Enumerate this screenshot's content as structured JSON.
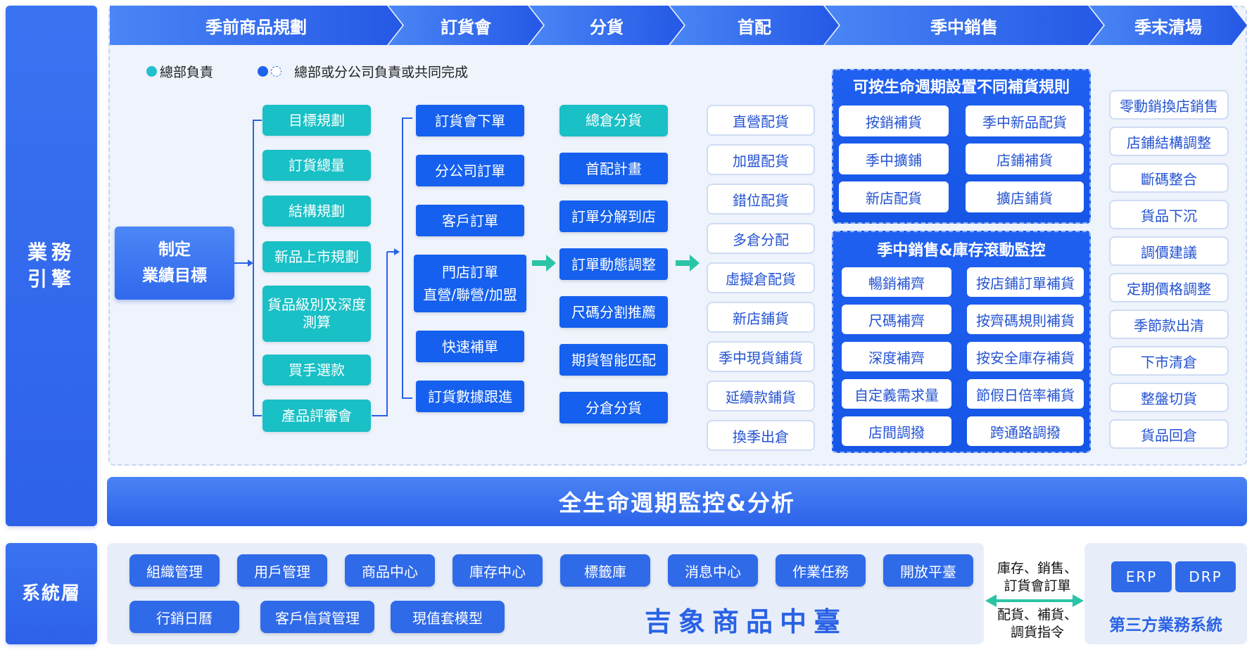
{
  "side": {
    "engine": "業務\n引擎",
    "system": "系統層"
  },
  "phases": [
    "季前商品規劃",
    "訂貨會",
    "分貨",
    "首配",
    "季中銷售",
    "季末清場"
  ],
  "legend": {
    "hq": "總部負責",
    "both": "總部或分公司負責或共同完成"
  },
  "goal": "制定\n業績目標",
  "planning": [
    "目標規劃",
    "訂貨總量",
    "結構規劃",
    "新品上市規劃",
    "貨品級別及深度\n測算",
    "買手選款",
    "產品評審會"
  ],
  "ordering": [
    "訂貨會下單",
    "分公司訂單",
    "客戶訂單",
    "門店訂單\n直營/聯營/加盟",
    "快速補單",
    "訂貨數據跟進"
  ],
  "allocation": [
    "總倉分貨",
    "首配計畫",
    "訂單分解到店",
    "訂單動態調整",
    "尺碼分割推薦",
    "期貨智能匹配",
    "分倉分貨"
  ],
  "first_dist": [
    "直營配貨",
    "加盟配貨",
    "錯位配貨",
    "多倉分配",
    "虛擬倉配貨",
    "新店鋪貨",
    "季中現貨鋪貨",
    "延續款鋪貨",
    "換季出倉"
  ],
  "replenish": {
    "title": "可按生命週期設置不同補貨規則",
    "items": [
      "按銷補貨",
      "季中新品配貨",
      "季中擴鋪",
      "店鋪補貨",
      "新店配貨",
      "擴店鋪貨"
    ]
  },
  "monitoring": {
    "title": "季中銷售&庫存滾動監控",
    "items": [
      "暢銷補齊",
      "按店鋪訂單補貨",
      "尺碼補齊",
      "按齊碼規則補貨",
      "深度補齊",
      "按安全庫存補貨",
      "自定義需求量",
      "節假日倍率補貨",
      "店間調撥",
      "跨通路調撥"
    ]
  },
  "clearance": [
    "零動銷換店銷售",
    "店鋪結構調整",
    "斷碼整合",
    "貨品下沉",
    "調價建議",
    "定期價格調整",
    "季節款出清",
    "下市清倉",
    "整盤切貨",
    "貨品回倉"
  ],
  "monitor_bar": "全生命週期監控&分析",
  "system": {
    "row1": [
      "組織管理",
      "用戶管理",
      "商品中心",
      "庫存中心",
      "標籤庫",
      "消息中心",
      "作業任務",
      "開放平臺"
    ],
    "row2": [
      "行銷日曆",
      "客戶信貸管理",
      "現值套模型"
    ],
    "core": "吉象商品中臺"
  },
  "exchange": {
    "top": "庫存、銷售、\n訂貨會訂單",
    "bottom": "配貨、補貨、\n調貨指令"
  },
  "third_party": {
    "items": [
      "ERP",
      "DRP"
    ],
    "title": "第三方業務系統"
  },
  "colors": {
    "teal": "#19c0c6",
    "blue": "#1560ee",
    "accent": "#2a62e6",
    "arrow": "#2bc4a6"
  }
}
